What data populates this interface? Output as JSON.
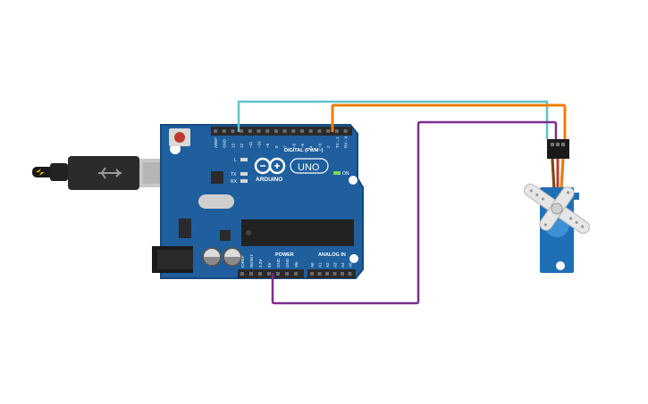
{
  "circuit": {
    "colors": {
      "board": "#1f5f9e",
      "board_dark": "#174a7d",
      "header": "#2a2a2a",
      "wire_signal": "#5ec4cc",
      "wire_power": "#f07d0a",
      "wire_ground": "#7b2f8e",
      "servo_body": "#1f6fb5",
      "usb_metal": "#c8c8c8"
    },
    "board": {
      "brand": "ARDUINO",
      "model": "UNO",
      "digital_label": "DIGITAL (PWM~)",
      "power_label": "POWER",
      "analog_label": "ANALOG IN",
      "on_label": "ON",
      "led_l": "L",
      "led_tx": "TX",
      "led_rx": "RX",
      "digital_pins": [
        "AREF",
        "GND",
        "13",
        "12",
        "~11",
        "~10",
        "~9",
        "8",
        "7",
        "~6",
        "~5",
        "4",
        "~3",
        "2",
        "TX→1",
        "RX←0"
      ],
      "power_pins": [
        "IOREF",
        "RESET",
        "3.3V",
        "5V",
        "GND",
        "GND",
        "Vin"
      ],
      "analog_pins": [
        "A0",
        "A1",
        "A2",
        "A3",
        "A4",
        "A5"
      ]
    },
    "servo": {
      "name": "servo-motor"
    }
  }
}
